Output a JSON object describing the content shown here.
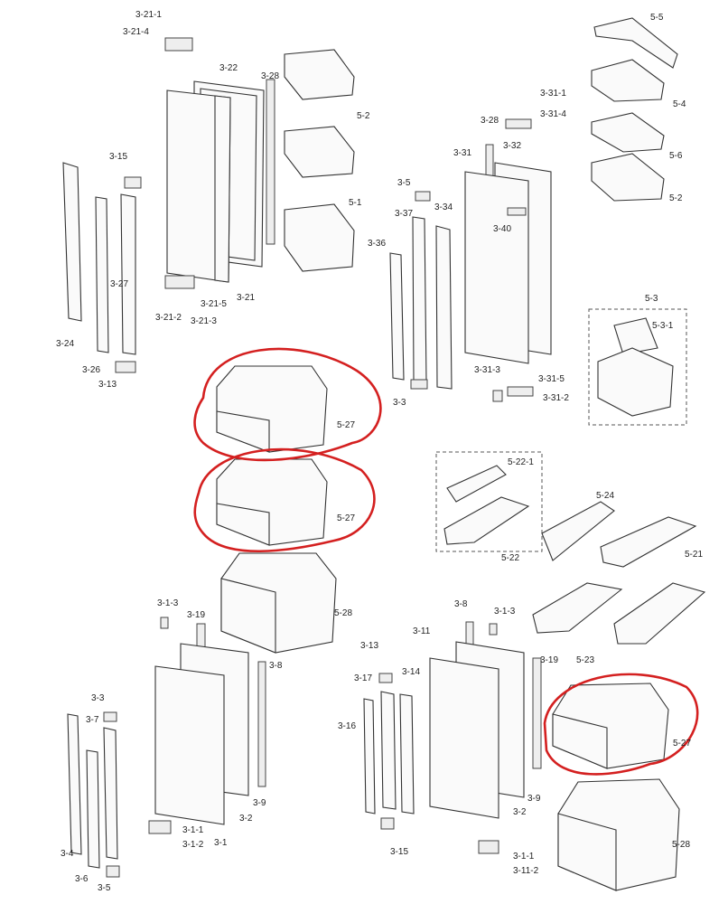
{
  "title": "Refrigerator door and bin parts diagram",
  "colors": {
    "highlight": "#d42020",
    "line": "#333333"
  },
  "labels": {
    "l01": "3-21-1",
    "l02": "3-21-4",
    "l03": "3-22",
    "l04": "3-28",
    "l05": "5-2",
    "l06": "3-15",
    "l07": "5-1",
    "l08": "3-27",
    "l09": "3-21-5",
    "l10": "3-21",
    "l11": "3-21-2",
    "l12": "3-21-3",
    "l13": "3-24",
    "l14": "3-26",
    "l15": "3-13",
    "r01": "5-5",
    "r02": "5-4",
    "r03": "5-6",
    "r04": "5-2",
    "r05": "3-31-1",
    "r06": "3-31-4",
    "r07": "3-28",
    "r08": "3-32",
    "r09": "3-31",
    "r10": "3-5",
    "r11": "3-37",
    "r12": "3-34",
    "r13": "3-40",
    "r14": "3-36",
    "r15": "5-3",
    "r16": "5-3-1",
    "r17": "3-31-3",
    "r18": "3-31-5",
    "r19": "3-31-2",
    "r20": "3-3",
    "m01": "5-27",
    "m02": "5-27",
    "m03": "5-22-1",
    "m04": "5-24",
    "m05": "5-22",
    "m06": "5-21",
    "m07": "5-28",
    "m08": "5-23",
    "b01": "3-1-3",
    "b02": "3-19",
    "b03": "3-8",
    "b04": "3-3",
    "b05": "3-7",
    "b06": "3-9",
    "b07": "3-2",
    "b08": "3-1-1",
    "b09": "3-1-2",
    "b10": "3-1",
    "b11": "3-4",
    "b12": "3-6",
    "b13": "3-5",
    "c01": "3-8",
    "c02": "3-1-3",
    "c03": "3-11",
    "c04": "3-13",
    "c05": "3-17",
    "c06": "3-14",
    "c07": "3-19",
    "c08": "3-16",
    "c09": "5-27",
    "c10": "3-9",
    "c11": "3-2",
    "c12": "3-15",
    "c13": "3-1-1",
    "c14": "3-11-2",
    "c15": "5-28"
  }
}
